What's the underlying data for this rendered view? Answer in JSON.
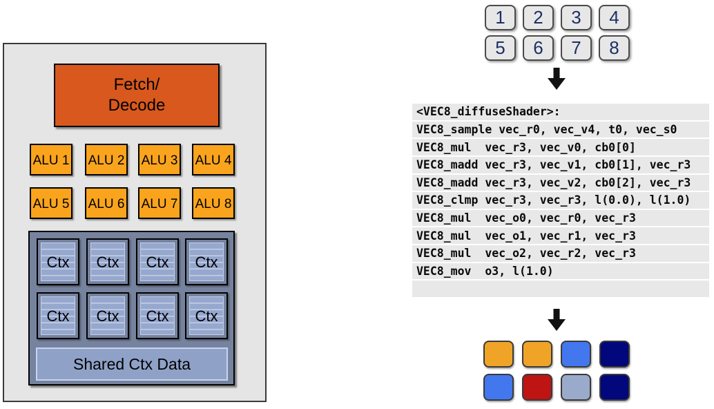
{
  "core_diagram": {
    "fetch_decode": {
      "line1": "Fetch/",
      "line2": "Decode"
    },
    "alus": [
      "ALU 1",
      "ALU 2",
      "ALU 3",
      "ALU 4",
      "ALU 5",
      "ALU 6",
      "ALU 7",
      "ALU 8"
    ],
    "contexts": [
      "Ctx",
      "Ctx",
      "Ctx",
      "Ctx",
      "Ctx",
      "Ctx",
      "Ctx",
      "Ctx"
    ],
    "shared_ctx_label": "Shared Ctx Data",
    "colors": {
      "panel_bg": "#E5E5E5",
      "fetch_decode": "#D8581D",
      "alu": "#FAA41E",
      "ctx_container": "#76839E",
      "ctx_box": "#76839E",
      "ctx_inner": "#97A8CE",
      "shared": "#8FA1C6"
    }
  },
  "fragment_grid": {
    "numbers": [
      "1",
      "2",
      "3",
      "4",
      "5",
      "6",
      "7",
      "8"
    ]
  },
  "icons": {
    "arrow": "down-arrow"
  },
  "shader_code": {
    "lines": [
      "<VEC8_diffuseShader>:",
      "VEC8_sample vec_r0, vec_v4, t0, vec_s0",
      "VEC8_mul  vec_r3, vec_v0, cb0[0]",
      "VEC8_madd vec_r3, vec_v1, cb0[1], vec_r3",
      "VEC8_madd vec_r3, vec_v2, cb0[2], vec_r3",
      "VEC8_clmp vec_r3, vec_r3, l(0.0), l(1.0)",
      "VEC8_mul  vec_o0, vec_r0, vec_r3",
      "VEC8_mul  vec_o1, vec_r1, vec_r3",
      "VEC8_mul  vec_o2, vec_r2, vec_r3",
      "VEC8_mov  o3, l(1.0)",
      ""
    ]
  },
  "result_grid": {
    "cells": [
      {
        "color": "#EFA428"
      },
      {
        "color": "#EFA428"
      },
      {
        "color": "#4377EE"
      },
      {
        "color": "#02077B"
      },
      {
        "color": "#4377EE"
      },
      {
        "color": "#BE1414"
      },
      {
        "color": "#9AAACB"
      },
      {
        "color": "#02077B"
      }
    ]
  }
}
